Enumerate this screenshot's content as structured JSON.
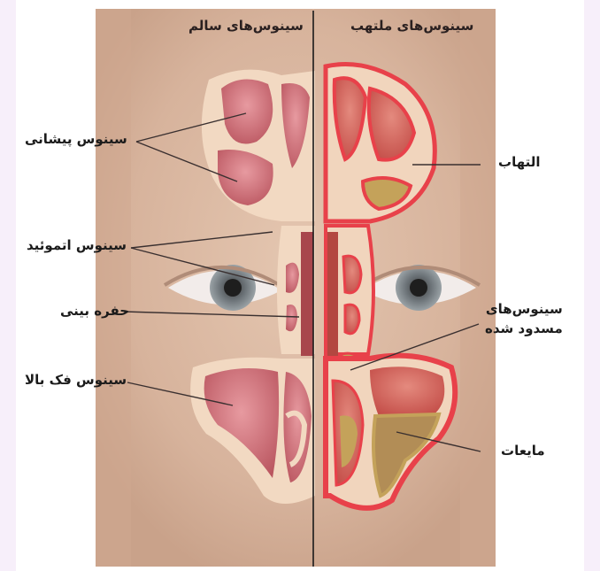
{
  "headers": {
    "left": "سینوس‌های سالم",
    "right": "سینوس‌های ملتهب"
  },
  "labels_left": {
    "frontal": "سینوس پیشانی",
    "ethmoid": "سینوس اتموئید",
    "nasal_cavity": "حفره بینی",
    "maxillary": "سینوس فک بالا"
  },
  "labels_right": {
    "inflammation": "التهاب",
    "blocked_line1": "سینوس‌های",
    "blocked_line2": "مسدود شده",
    "fluids": "مایعات"
  },
  "colors": {
    "healthy_sinus": "#c96a72",
    "inflamed_rim": "#e8414a",
    "fluid": "#c4a25a",
    "bone": "#f3dcc4",
    "skin": "#d9b8a0"
  }
}
